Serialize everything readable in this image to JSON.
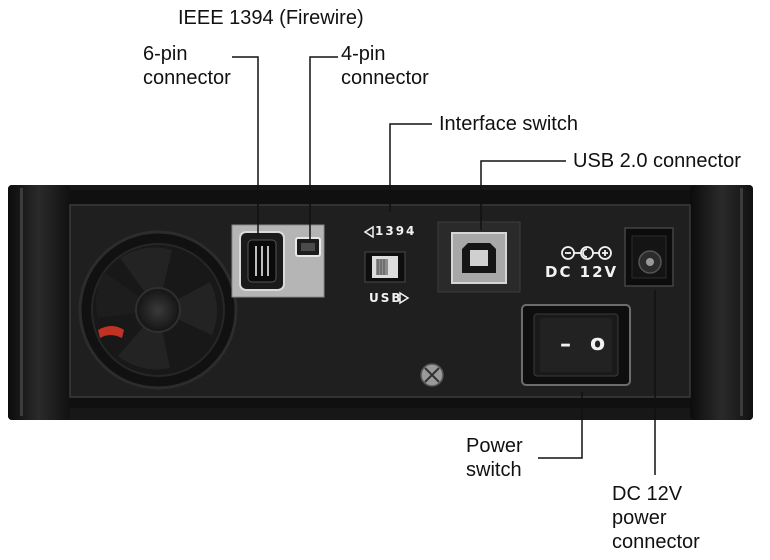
{
  "labels": {
    "firewire_title": "IEEE 1394 (Firewire)",
    "six_pin": [
      "6-pin",
      "connector"
    ],
    "four_pin": [
      "4-pin",
      "connector"
    ],
    "interface_switch": "Interface switch",
    "usb_connector": "USB 2.0 connector",
    "power_switch": [
      "Power",
      "switch"
    ],
    "dc_power_connector": [
      "DC 12V",
      "power",
      "connector"
    ]
  },
  "panel_markings": {
    "firewire_mode": "1394",
    "usb_mode": "USB",
    "dc_rating": "DC 12V",
    "power_off_symbol": "–",
    "power_on_symbol": "o"
  },
  "colors": {
    "enclosure": "#171717",
    "panel": "#1f1f1f",
    "label_text": "#111111",
    "marking_text": "#f2f2f2",
    "fan_wire": "#c23224"
  }
}
